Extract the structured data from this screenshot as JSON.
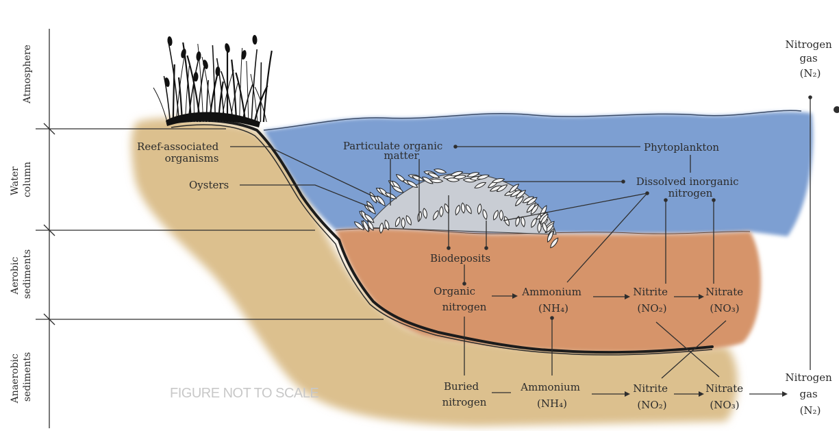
{
  "zones": {
    "atmosphere": "Atmosphere",
    "water_column": [
      "Water",
      "column"
    ],
    "aerobic_sediments": [
      "Aerobic",
      "sediments"
    ],
    "anaerobic_sediments": [
      "Anaerobic",
      "sediments"
    ]
  },
  "labels": {
    "nitrogen_gas_top": [
      "Nitrogen",
      "gas",
      "(N₂)"
    ],
    "nitrogen_gas_bottom": [
      "Nitrogen",
      "gas",
      "(N₂)"
    ],
    "reef_organisms": [
      "Reef-associated",
      "organisms"
    ],
    "oysters": "Oysters",
    "particulate_organic_matter": [
      "Particulate organic",
      "matter"
    ],
    "phytoplankton": "Phytoplankton",
    "dissolved_inorganic_nitrogen": [
      "Dissolved inorganic",
      "nitrogen"
    ],
    "biodeposits": "Biodeposits",
    "organic_nitrogen": [
      "Organic",
      "nitrogen"
    ],
    "ammonium_aerobic": [
      "Ammonium",
      "(NH₄)"
    ],
    "nitrite_aerobic": [
      "Nitrite",
      "(NO₂)"
    ],
    "nitrate_aerobic": [
      "Nitrate",
      "(NO₃)"
    ],
    "buried_nitrogen": [
      "Buried",
      "nitrogen"
    ],
    "ammonium_anaerobic": [
      "Ammonium",
      "(NH₄)"
    ],
    "nitrite_anaerobic": [
      "Nitrite",
      "(NO₂)"
    ],
    "nitrate_anaerobic": [
      "Nitrate",
      "(NO₃)"
    ]
  },
  "note": "FIGURE NOT TO SCALE",
  "colors": {
    "sand": "#dcc08e",
    "water": "#7d9fd2",
    "aerobic": "#d6946a",
    "reef_fill": "#c9cdd4",
    "shoreline": "#1c1c1c",
    "lines": "#2e2e2e"
  }
}
